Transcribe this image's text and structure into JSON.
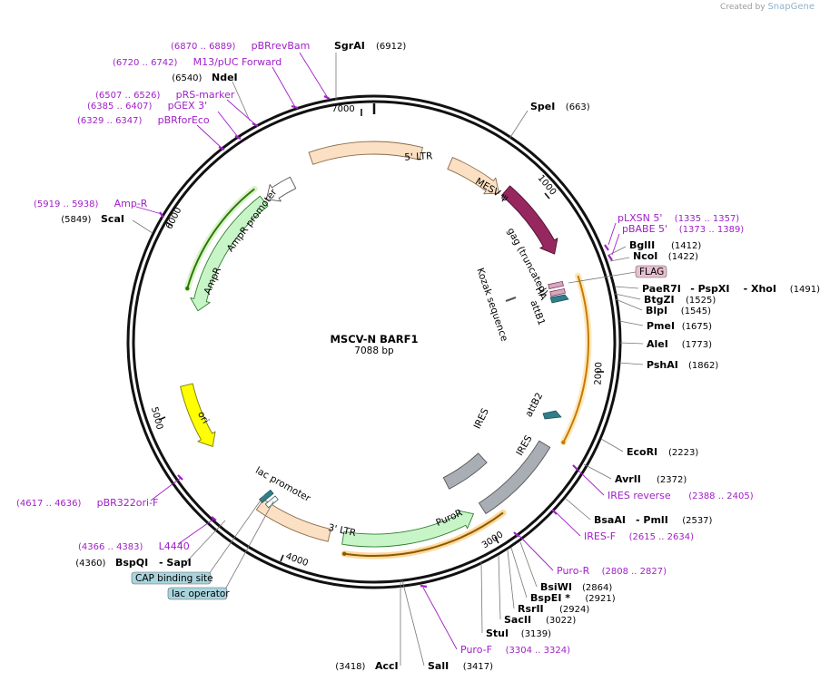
{
  "watermark": {
    "prefix": "Created by",
    "brand": "SnapGene"
  },
  "plasmid": {
    "name": "MSCV-N BARF1",
    "size": "7088 bp"
  },
  "ticks": [
    "1000",
    "2000",
    "3000",
    "4000",
    "5000",
    "6000",
    "7000"
  ],
  "sites": [
    {
      "name": "SgrAI",
      "pos": "(6912)"
    },
    {
      "name": "NdeI",
      "pos": "(6540)"
    },
    {
      "name": "SpeI",
      "pos": "(663)"
    },
    {
      "name": "BglII",
      "pos": "(1412)"
    },
    {
      "name": "NcoI",
      "pos": "(1422)"
    },
    {
      "name": "PaeR7I",
      "pos": "(1491)",
      "extra": [
        "- PspXI",
        "- XhoI"
      ]
    },
    {
      "name": "BtgZI",
      "pos": "(1525)"
    },
    {
      "name": "BlpI",
      "pos": "(1545)"
    },
    {
      "name": "PmeI",
      "pos": "(1675)"
    },
    {
      "name": "AleI",
      "pos": "(1773)"
    },
    {
      "name": "PshAI",
      "pos": "(1862)"
    },
    {
      "name": "EcoRI",
      "pos": "(2223)"
    },
    {
      "name": "AvrII",
      "pos": "(2372)"
    },
    {
      "name": "BsaAI",
      "pos": "(2537)",
      "extra": [
        "- PmlI"
      ]
    },
    {
      "name": "BsiWI",
      "pos": "(2864)"
    },
    {
      "name": "BspEI *",
      "pos": "(2921)"
    },
    {
      "name": "RsrII",
      "pos": "(2924)"
    },
    {
      "name": "SacII",
      "pos": "(3022)"
    },
    {
      "name": "StuI",
      "pos": "(3139)"
    },
    {
      "name": "SalI",
      "pos": "(3417)"
    },
    {
      "name": "AccI",
      "pos": "(3418)"
    },
    {
      "name": "BspQI",
      "pos": "(4360)",
      "extra": [
        "- SapI"
      ]
    },
    {
      "name": "ScaI",
      "pos": "(5849)"
    }
  ],
  "primers": [
    {
      "name": "pBRrevBam",
      "range": "(6870 .. 6889)"
    },
    {
      "name": "M13/pUC Forward",
      "range": "(6720 .. 6742)"
    },
    {
      "name": "pRS-marker",
      "range": "(6507 .. 6526)"
    },
    {
      "name": "pGEX 3'",
      "range": "(6385 .. 6407)"
    },
    {
      "name": "pBRforEco",
      "range": "(6329 .. 6347)"
    },
    {
      "name": "Amp-R",
      "range": "(5919 .. 5938)"
    },
    {
      "name": "pLXSN 5'",
      "range": "(1335 .. 1357)"
    },
    {
      "name": "pBABE 5'",
      "range": "(1373 .. 1389)"
    },
    {
      "name": "IRES reverse",
      "range": "(2388 .. 2405)"
    },
    {
      "name": "IRES-F",
      "range": "(2615 .. 2634)"
    },
    {
      "name": "Puro-R",
      "range": "(2808 .. 2827)"
    },
    {
      "name": "Puro-F",
      "range": "(3304 .. 3324)"
    },
    {
      "name": "pBR322ori-F",
      "range": "(4617 .. 4636)"
    },
    {
      "name": "L4440",
      "range": "(4366 .. 4383)"
    }
  ],
  "features": {
    "ltr5": "5' LTR",
    "mesv": "MESV ψ",
    "gag": "gag (truncated)",
    "ha": "HA",
    "attb1": "attB1",
    "kozak": "Kozak sequence",
    "flag": "FLAG",
    "ires_inner": "IRES",
    "ires_outer": "IRES",
    "attb2": "attB2",
    "puror": "PuroR",
    "ltr3": "3' LTR",
    "lac_promoter": "lac promoter",
    "ori": "ori",
    "ampr": "AmpR",
    "ampr_promoter": "AmpR promoter",
    "cap_site": "CAP binding site",
    "lac_operator": "lac operator"
  },
  "colors": {
    "ltr": "#fbe0c3",
    "mesv": "#fbe0c3",
    "gag": "#96275f",
    "ires": "#a8aeb4",
    "puror": "#c8f5c8",
    "ori": "#ffff00",
    "ampr": "#c8f5c8",
    "attb": "#2f7f8a",
    "primer": "#a020c8",
    "flag_box": "#e8bfd0",
    "cap_box": "#a9d4dd"
  }
}
